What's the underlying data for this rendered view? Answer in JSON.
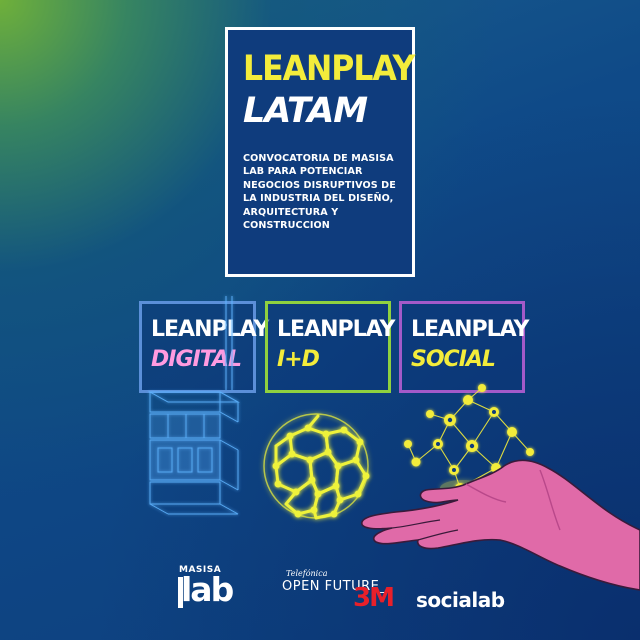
{
  "hero": {
    "title_line1": "LEANPLAY",
    "title_line2": "LATAM",
    "description": "CONVOCATORIA DE MASISA LAB PARA POTENCIAR NEGOCIOS DISRUPTIVOS DE LA INDUSTRIA DEL DISEÑO, ARQUITECTURA Y CONSTRUCCION"
  },
  "cards": [
    {
      "line1": "LEANPLAY",
      "line2": "DIGITAL",
      "accent": "#ff9be0",
      "border": "#5b8fd8"
    },
    {
      "line1": "LEANPLAY",
      "line2": "I+D",
      "accent": "#f3ec3b",
      "border": "#8fd13f"
    },
    {
      "line1": "LEANPLAY",
      "line2": "SOCIAL",
      "accent": "#f3ec3b",
      "border": "#a35ac9"
    }
  ],
  "illustrations": [
    "wireframe-building-icon",
    "molecule-sphere-icon",
    "network-hand-icon"
  ],
  "logos": {
    "masisa_small": "MASISA",
    "masisa_lab": "lab",
    "telefonica": "Telefónica",
    "open_future": "OPEN FUTURE_",
    "three_m": "3M",
    "socialab": "socialab"
  },
  "colors": {
    "yellow": "#f3ec3b",
    "pink": "#ff9be0",
    "navy": "#0f3c7d",
    "red_3m": "#e8202a"
  }
}
